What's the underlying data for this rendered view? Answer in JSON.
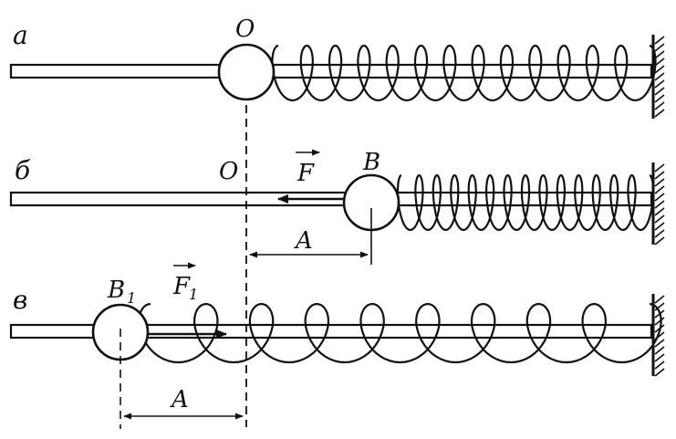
{
  "labels": {
    "row_a": "а",
    "row_b": "б",
    "row_c": "в",
    "origin_top": "O",
    "origin_mid": "O",
    "point_b": "B",
    "point_b1": "B",
    "point_b1_sub": "1",
    "force_f": "F",
    "force_f1": "F",
    "force_f1_sub": "1",
    "dist_mid": "A",
    "dist_bot": "A"
  },
  "colors": {
    "ink": "#111111",
    "paper": "#ffffff"
  }
}
